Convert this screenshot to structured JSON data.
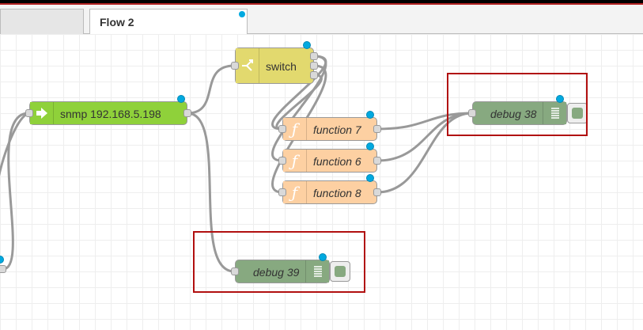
{
  "tabs": [
    {
      "label": ""
    },
    {
      "label": "Flow 2"
    }
  ],
  "nodes": {
    "snmp": {
      "label": "snmp 192.168.5.198",
      "color": "#8fd13a"
    },
    "switch": {
      "label": "switch",
      "color": "#e2d96e"
    },
    "function7": {
      "label": "function 7",
      "color": "#fdd0a2"
    },
    "function6": {
      "label": "function 6",
      "color": "#fdd0a2"
    },
    "function8": {
      "label": "function 8",
      "color": "#fdd0a2"
    },
    "debug38": {
      "label": "debug 38",
      "color": "#87a980"
    },
    "debug39": {
      "label": "debug 39",
      "color": "#87a980"
    }
  },
  "icons": {
    "snmp": "arrow-right-icon",
    "switch": "switch-icon",
    "function": "function-icon",
    "debug": "debug-list-icon"
  },
  "colors": {
    "changed_dot": "#00a9e0",
    "highlight": "#b10f0f",
    "wire": "#999999"
  }
}
